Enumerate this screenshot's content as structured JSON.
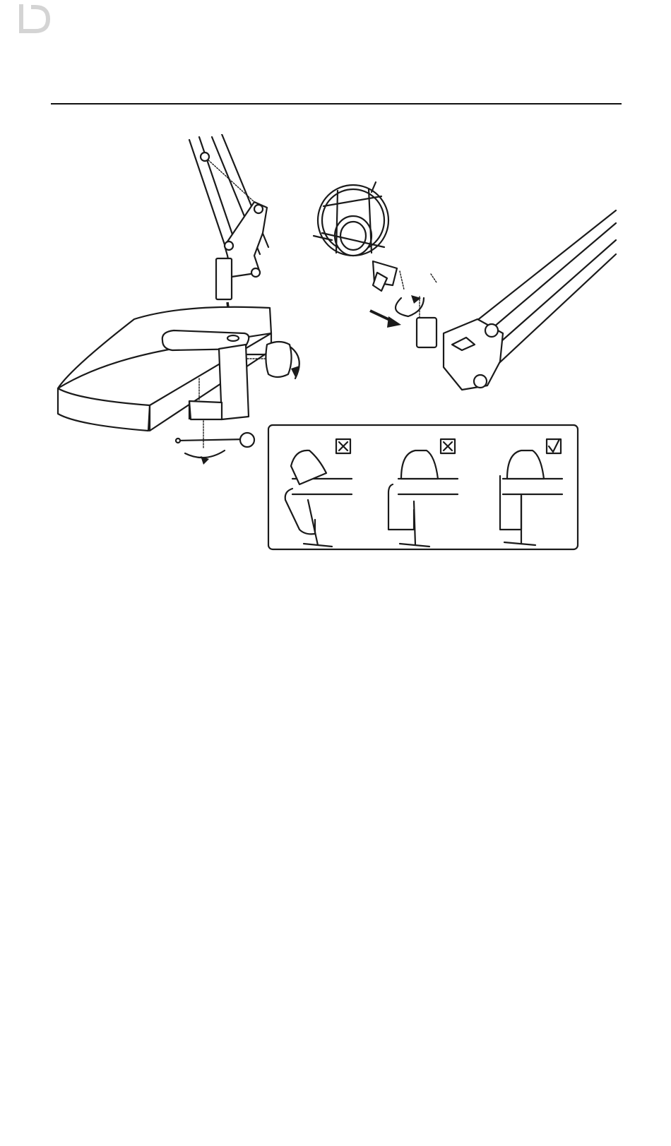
{
  "document": {
    "logo_icon": "ld-brand-icon",
    "logo_color": "#d8d8d8",
    "rule_color": "#111111"
  },
  "illustration": {
    "steps": [
      {
        "name": "attach-arm-to-desk-clamp",
        "icons": [
          "down-arrow-icon",
          "rotate-arrow-icon"
        ]
      },
      {
        "name": "attach-shock-mount-to-arm",
        "icons": [
          "diagonal-arrow-icon",
          "rotate-arrow-icon"
        ]
      }
    ],
    "clamp_examples": [
      {
        "result": "incorrect",
        "icon": "cross-box-icon"
      },
      {
        "result": "incorrect",
        "icon": "cross-box-icon"
      },
      {
        "result": "correct",
        "icon": "check-box-icon"
      }
    ]
  }
}
